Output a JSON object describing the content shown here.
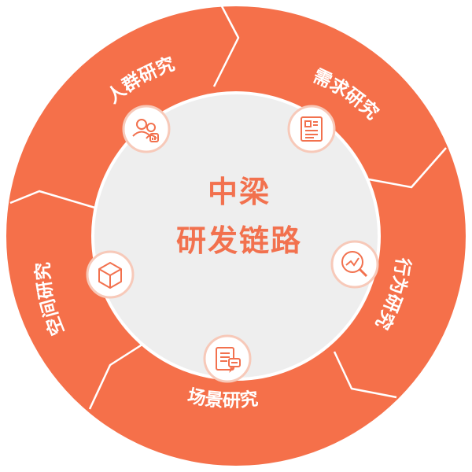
{
  "diagram": {
    "center": {
      "line1": "中梁",
      "line2": "研发链路"
    },
    "segments": [
      {
        "label": "人群研究",
        "icon": "people-analytics-icon"
      },
      {
        "label": "需求研究",
        "icon": "document-list-icon"
      },
      {
        "label": "行为研究",
        "icon": "magnifier-trend-icon"
      },
      {
        "label": "场景研究",
        "icon": "clipboard-chat-icon"
      },
      {
        "label": "空间研究",
        "icon": "cube-icon"
      }
    ],
    "colors": {
      "ring": "#f5704a",
      "separator": "#ffffff",
      "inner_disc": "#eeeeee",
      "icon_stroke": "#f2714e",
      "text_on_ring": "#ffffff",
      "center_text": "#f2714e"
    }
  }
}
